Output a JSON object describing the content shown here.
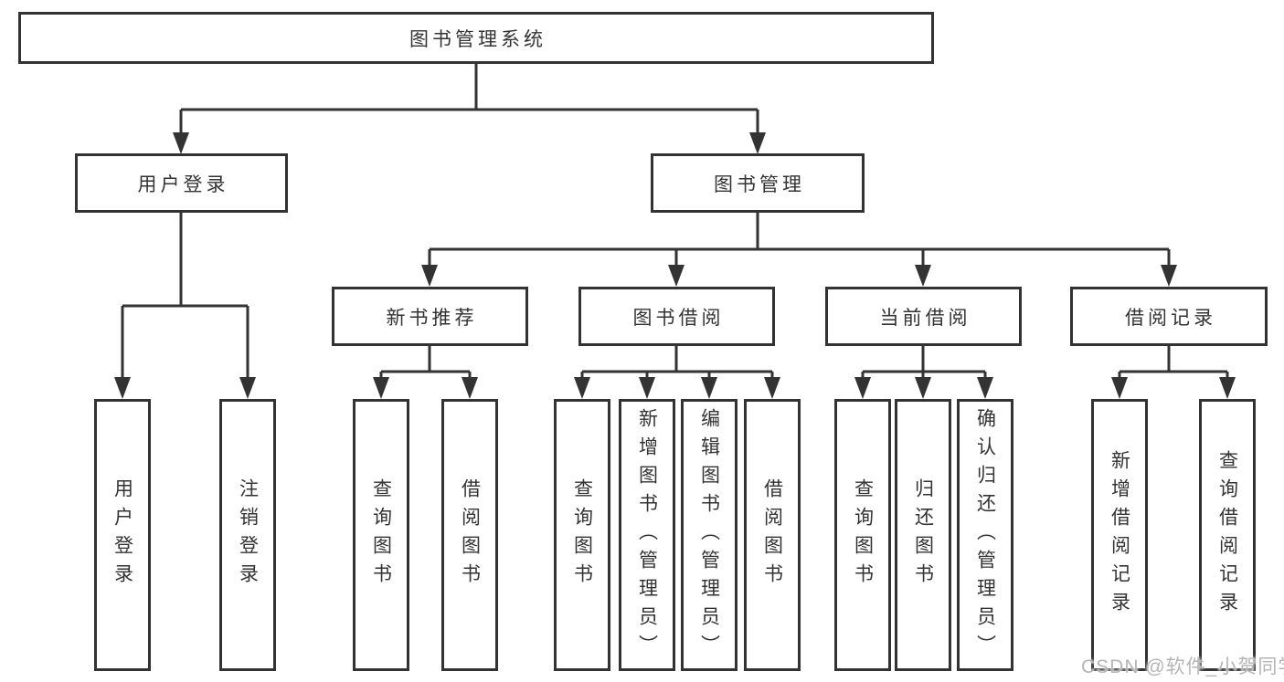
{
  "tree": {
    "root": "图书管理系统",
    "branches": [
      {
        "label": "用户登录",
        "children": [
          "用户登录",
          "注销登录"
        ]
      },
      {
        "label": "图书管理",
        "groups": [
          {
            "label": "新书推荐",
            "children": [
              "查询图书",
              "借阅图书"
            ]
          },
          {
            "label": "图书借阅",
            "children": [
              "查询图书",
              "新增图书（管理员）",
              "编辑图书（管理员）",
              "借阅图书"
            ]
          },
          {
            "label": "当前借阅",
            "children": [
              "查询图书",
              "归还图书",
              "确认归还（管理员）"
            ]
          },
          {
            "label": "借阅记录",
            "children": [
              "新增借阅记录",
              "查询借阅记录"
            ]
          }
        ]
      }
    ]
  },
  "watermark": "CSDN @软件_小贺同学",
  "colors": {
    "line": "#333333",
    "text": "#333333",
    "background": "#ffffff",
    "watermark": "#b5b5b5"
  }
}
